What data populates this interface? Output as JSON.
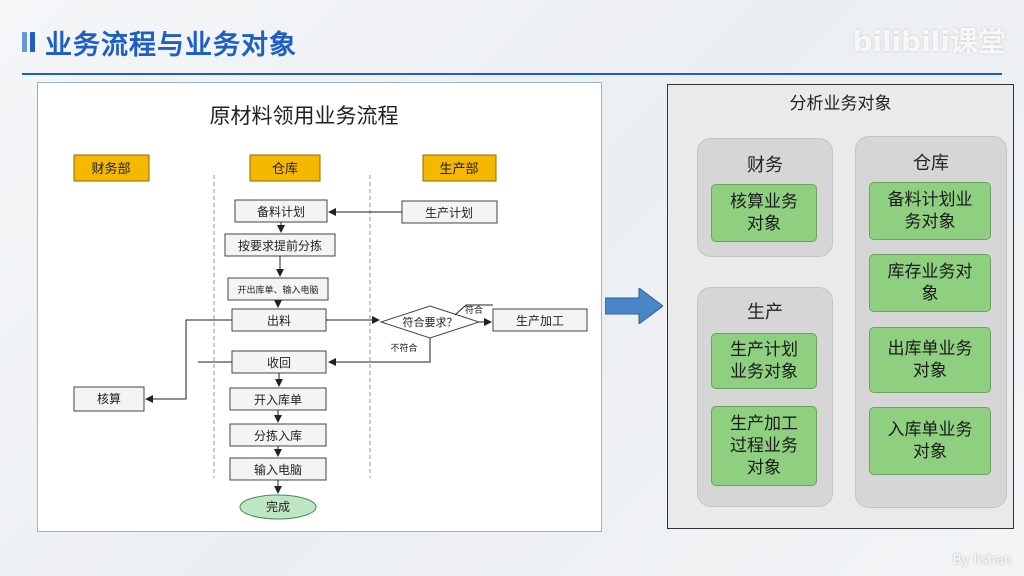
{
  "header": {
    "title": "业务流程与业务对象"
  },
  "brand": {
    "logo_text": "bilibili课堂"
  },
  "byline": "By lishan",
  "flowchart": {
    "title": "原材料领用业务流程",
    "lanes": {
      "finance": "财务部",
      "warehouse": "仓库",
      "production": "生产部"
    },
    "steps": {
      "stock_plan": "备料计划",
      "presort": "按要求提前分拣",
      "issue_doc": "开出库单、输入电脑",
      "issue": "出料",
      "recover": "收回",
      "receipt_doc": "开入库单",
      "sort_in": "分拣入库",
      "input_pc": "输入电脑",
      "done": "完成",
      "prod_plan": "生产计划",
      "prod_process": "生产加工",
      "accounting": "核算"
    },
    "decision": {
      "label": "符合要求？",
      "yes": "符合",
      "no": "不符合"
    }
  },
  "analysis": {
    "title": "分析业务对象",
    "finance": {
      "title": "财务",
      "items": [
        "核算业务\n对象"
      ]
    },
    "production": {
      "title": "生产",
      "items": [
        "生产计划\n业务对象",
        "生产加工\n过程业务\n对象"
      ]
    },
    "warehouse": {
      "title": "仓库",
      "items": [
        "备料计划业\n务对象",
        "库存业务对\n象",
        "出库单业务\n对象",
        "入库单业务\n对象"
      ]
    }
  },
  "colors": {
    "accent": "#1d5fc4",
    "lane_header": "#f5b800",
    "object_green": "#8fcf80",
    "arrow_blue": "#4a86c8",
    "done_green": "#bfe6c4"
  }
}
